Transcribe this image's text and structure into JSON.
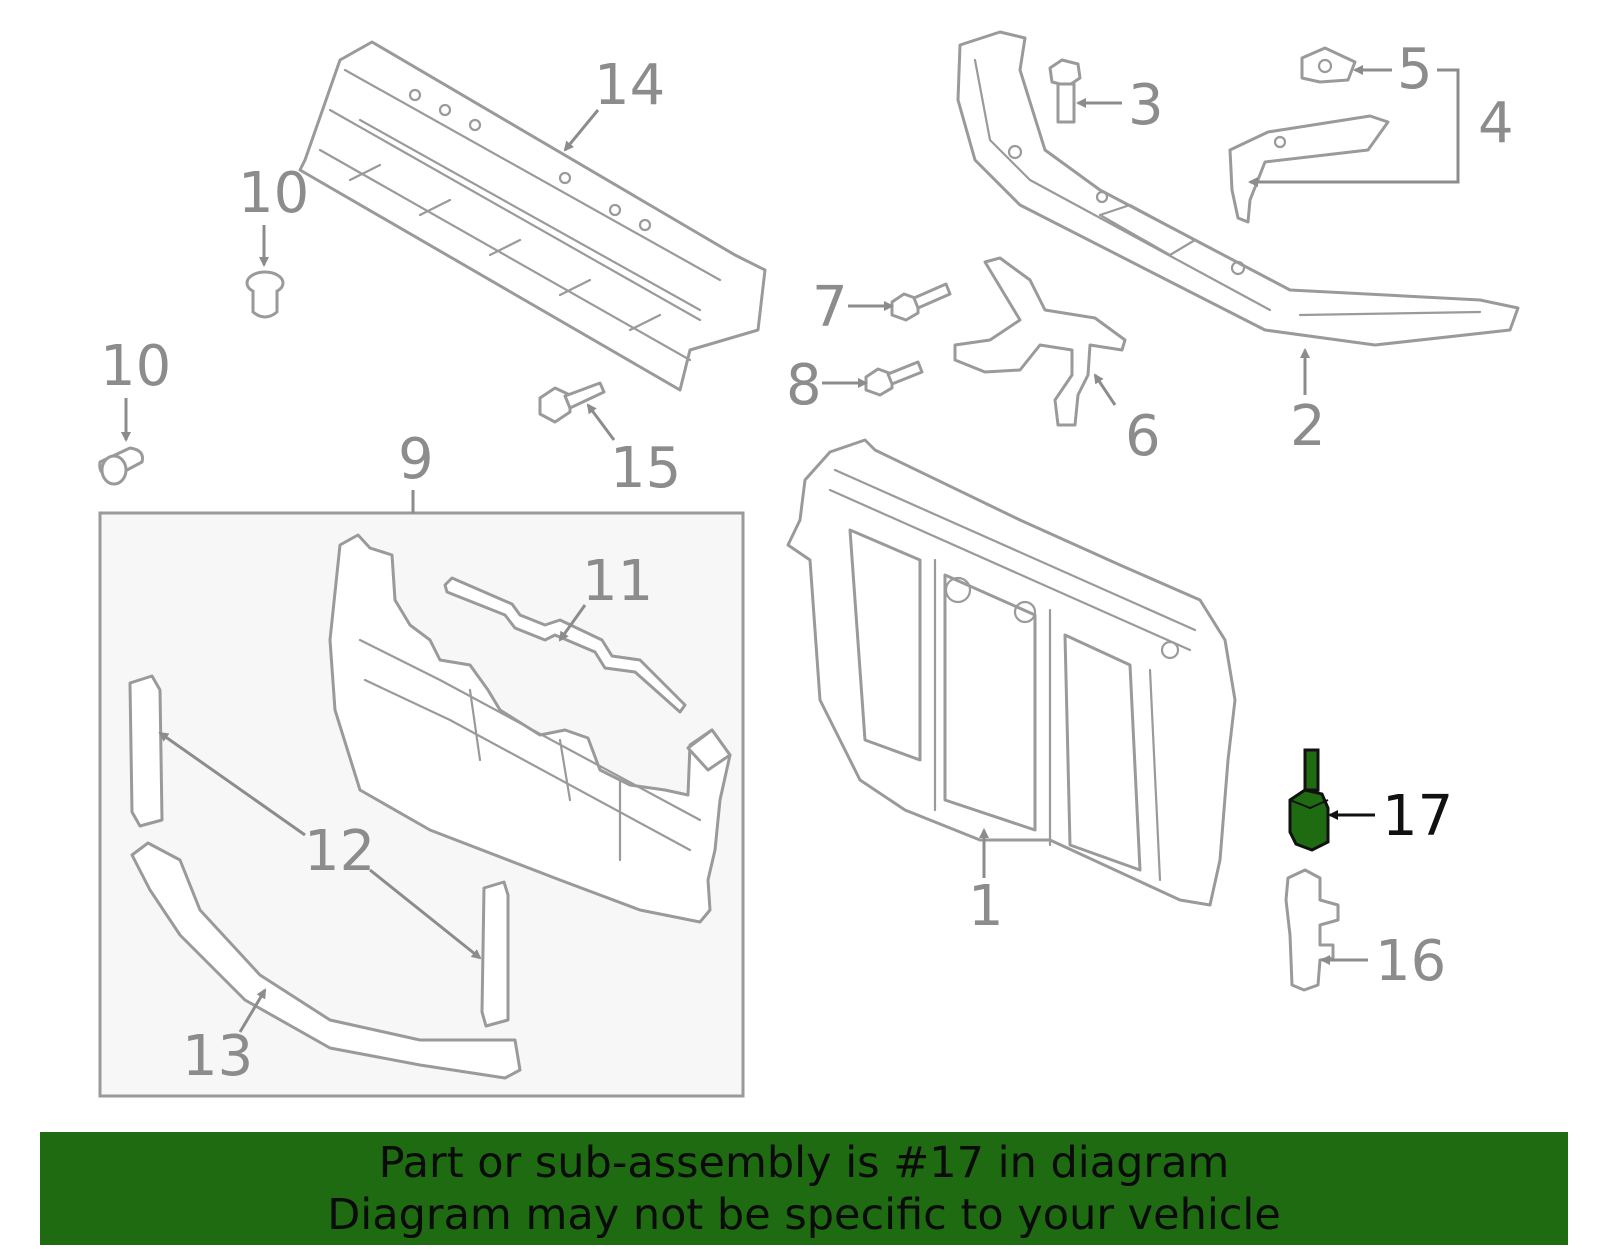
{
  "callouts": {
    "c1": "1",
    "c2": "2",
    "c3": "3",
    "c4": "4",
    "c5": "5",
    "c6": "6",
    "c7": "7",
    "c8": "8",
    "c9": "9",
    "c10a": "10",
    "c10b": "10",
    "c11": "11",
    "c12": "12",
    "c13": "13",
    "c14": "14",
    "c15": "15",
    "c16": "16",
    "c17": "17"
  },
  "highlight": {
    "part_number": "17",
    "color": "#1e6b12"
  },
  "banner": {
    "line1": "Part or sub-assembly is #17 in diagram",
    "line2": "Diagram may not be specific to your vehicle",
    "color": "#1e6b12"
  }
}
